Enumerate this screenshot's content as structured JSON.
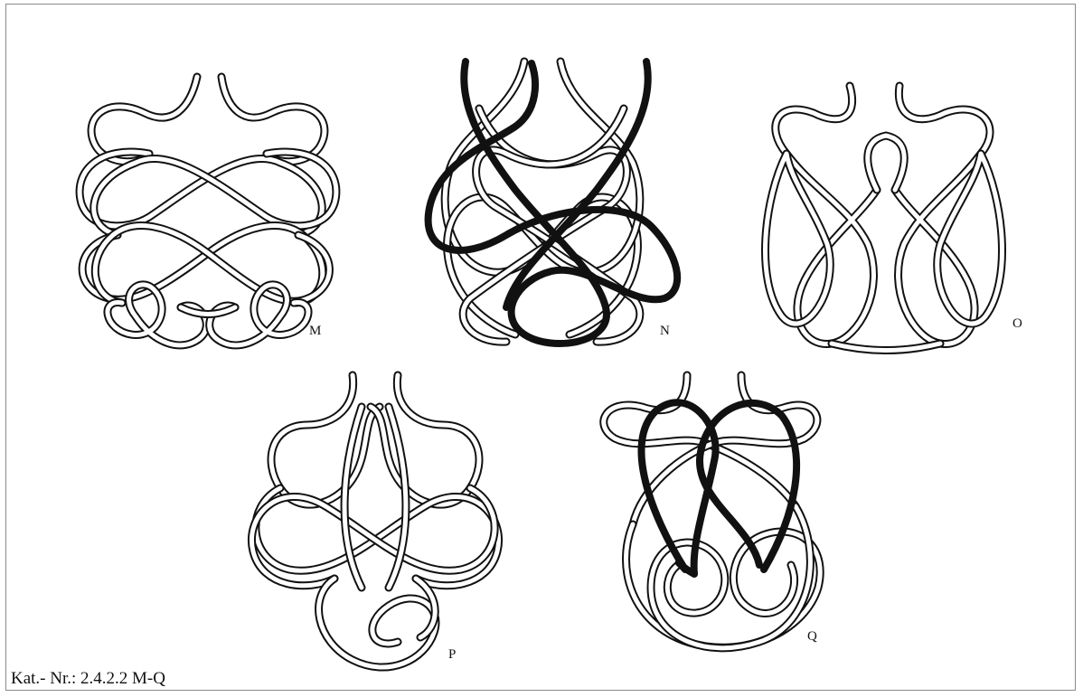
{
  "figures": [
    {
      "id": "M",
      "label": "M",
      "style": "white-rope"
    },
    {
      "id": "N",
      "label": "N",
      "style": "white-rope-with-black-strand"
    },
    {
      "id": "O",
      "label": "O",
      "style": "white-rope"
    },
    {
      "id": "P",
      "label": "P",
      "style": "white-rope"
    },
    {
      "id": "Q",
      "label": "Q",
      "style": "white-rope-with-black-strand"
    }
  ],
  "catalog_number": "Kat.- Nr.: 2.4.2.2 M-Q",
  "colors": {
    "rope_outline": "#111111",
    "rope_fill": "#ffffff",
    "highlight_strand": "#111111",
    "frame": "#8a8a8a",
    "background": "#ffffff"
  }
}
